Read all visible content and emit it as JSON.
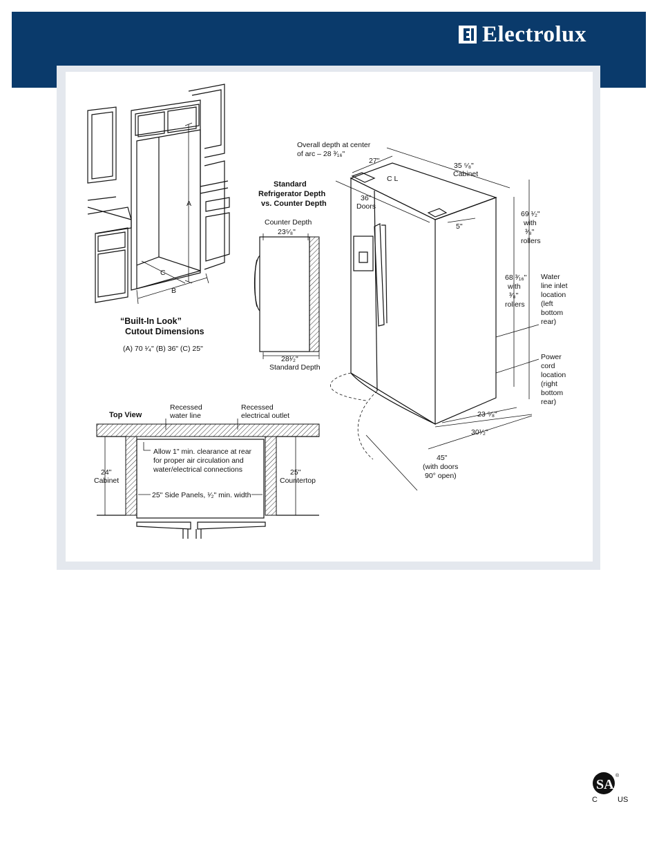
{
  "brand": {
    "name": "Electrolux"
  },
  "builtin": {
    "title_line1": "“Built-In Look”",
    "title_line2": "Cutout Dimensions",
    "dims": "(A) 70 ¹⁄₄\"   (B) 36\"   (C) 25\"",
    "label_a": "A",
    "label_b": "B",
    "label_c": "C"
  },
  "depth_compare": {
    "title_lines": [
      "Standard",
      "Refrigerator Depth",
      "vs. Counter Depth"
    ],
    "counter_depth_label": "Counter Depth",
    "counter_depth_value": "23⁵⁄₈\"",
    "standard_depth_value": "28¹⁄₂\"",
    "standard_depth_label": "Standard Depth"
  },
  "fridge": {
    "overall_depth_line1": "Overall depth at center",
    "overall_depth_line2": "of arc – 28 ³⁄₁₆\"",
    "d27": "27\"",
    "cabinet_width_value": "35 ⁵⁄₈\"",
    "cabinet_width_label": "Cabinet",
    "centerline": "C L",
    "doors_value": "36\"",
    "doors_label": "Doors",
    "d5": "5\"",
    "h69": [
      "69 ¹⁄₂\"",
      "with",
      "³⁄₈\"",
      "rollers"
    ],
    "h68": [
      "68 ³⁄₁₆\"",
      "with",
      "³⁄₈\"",
      "rollers"
    ],
    "water_inlet": [
      "Water",
      "line inlet",
      "location",
      "(left",
      "bottom",
      "rear)"
    ],
    "power_cord": [
      "Power",
      "cord",
      "location",
      "(right",
      "bottom",
      "rear)"
    ],
    "d23": "23 ⁵⁄₈\"",
    "d30": "30¹⁄₂\"",
    "d45": [
      "45\"",
      "(with doors",
      "90° open)"
    ]
  },
  "topview": {
    "title": "Top View",
    "recessed_water": [
      "Recessed",
      "water line"
    ],
    "recessed_outlet": [
      "Recessed",
      "electrical outlet"
    ],
    "clearance": [
      "Allow 1\" min. clearance at rear",
      "for proper air circulation and",
      "water/electrical connections"
    ],
    "cabinet": [
      "24\"",
      "Cabinet"
    ],
    "countertop": [
      "25\"",
      "Countertop"
    ],
    "side_panels": "25\" Side Panels, ¹⁄₂\" min. width"
  },
  "cert": {
    "left": "C",
    "right": "US",
    "registered": "®"
  }
}
